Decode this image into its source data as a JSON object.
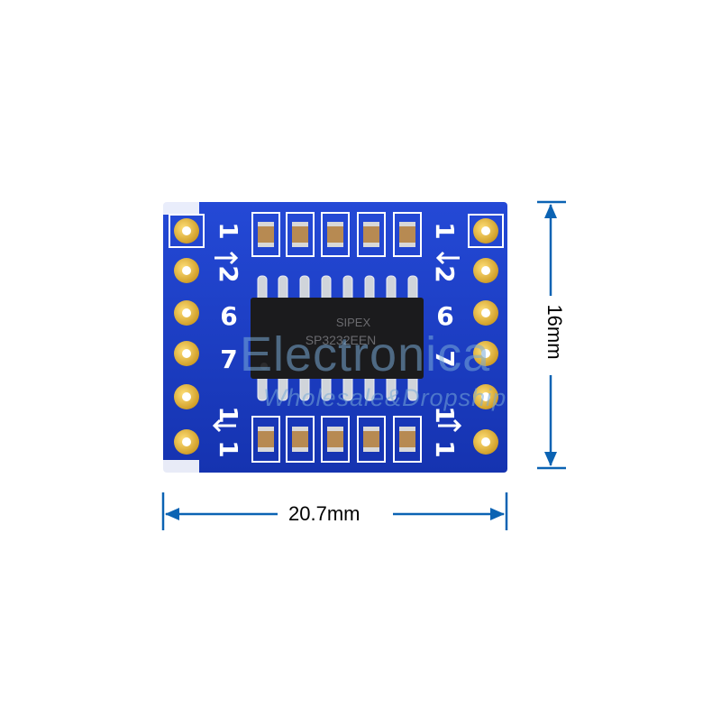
{
  "image": {
    "subject": "RS232 to TTL converter module",
    "chip_marking": [
      "SIPEX",
      "SP3232EEN"
    ],
    "silkscreen_labels": [
      "1",
      "2",
      "1",
      "2",
      "6",
      "6",
      "7",
      "7",
      "1",
      "1"
    ]
  },
  "dimensions": {
    "width_label": "20.7mm",
    "height_label": "16mm"
  },
  "watermark": {
    "title": "Electronica",
    "subtitle": "Wholesale&Dropship"
  },
  "colors": {
    "board": "#1b3fc7",
    "pad_gold": "#d9a829",
    "dimension_line": "#0b63b3",
    "chip": "#1a1a1a"
  }
}
